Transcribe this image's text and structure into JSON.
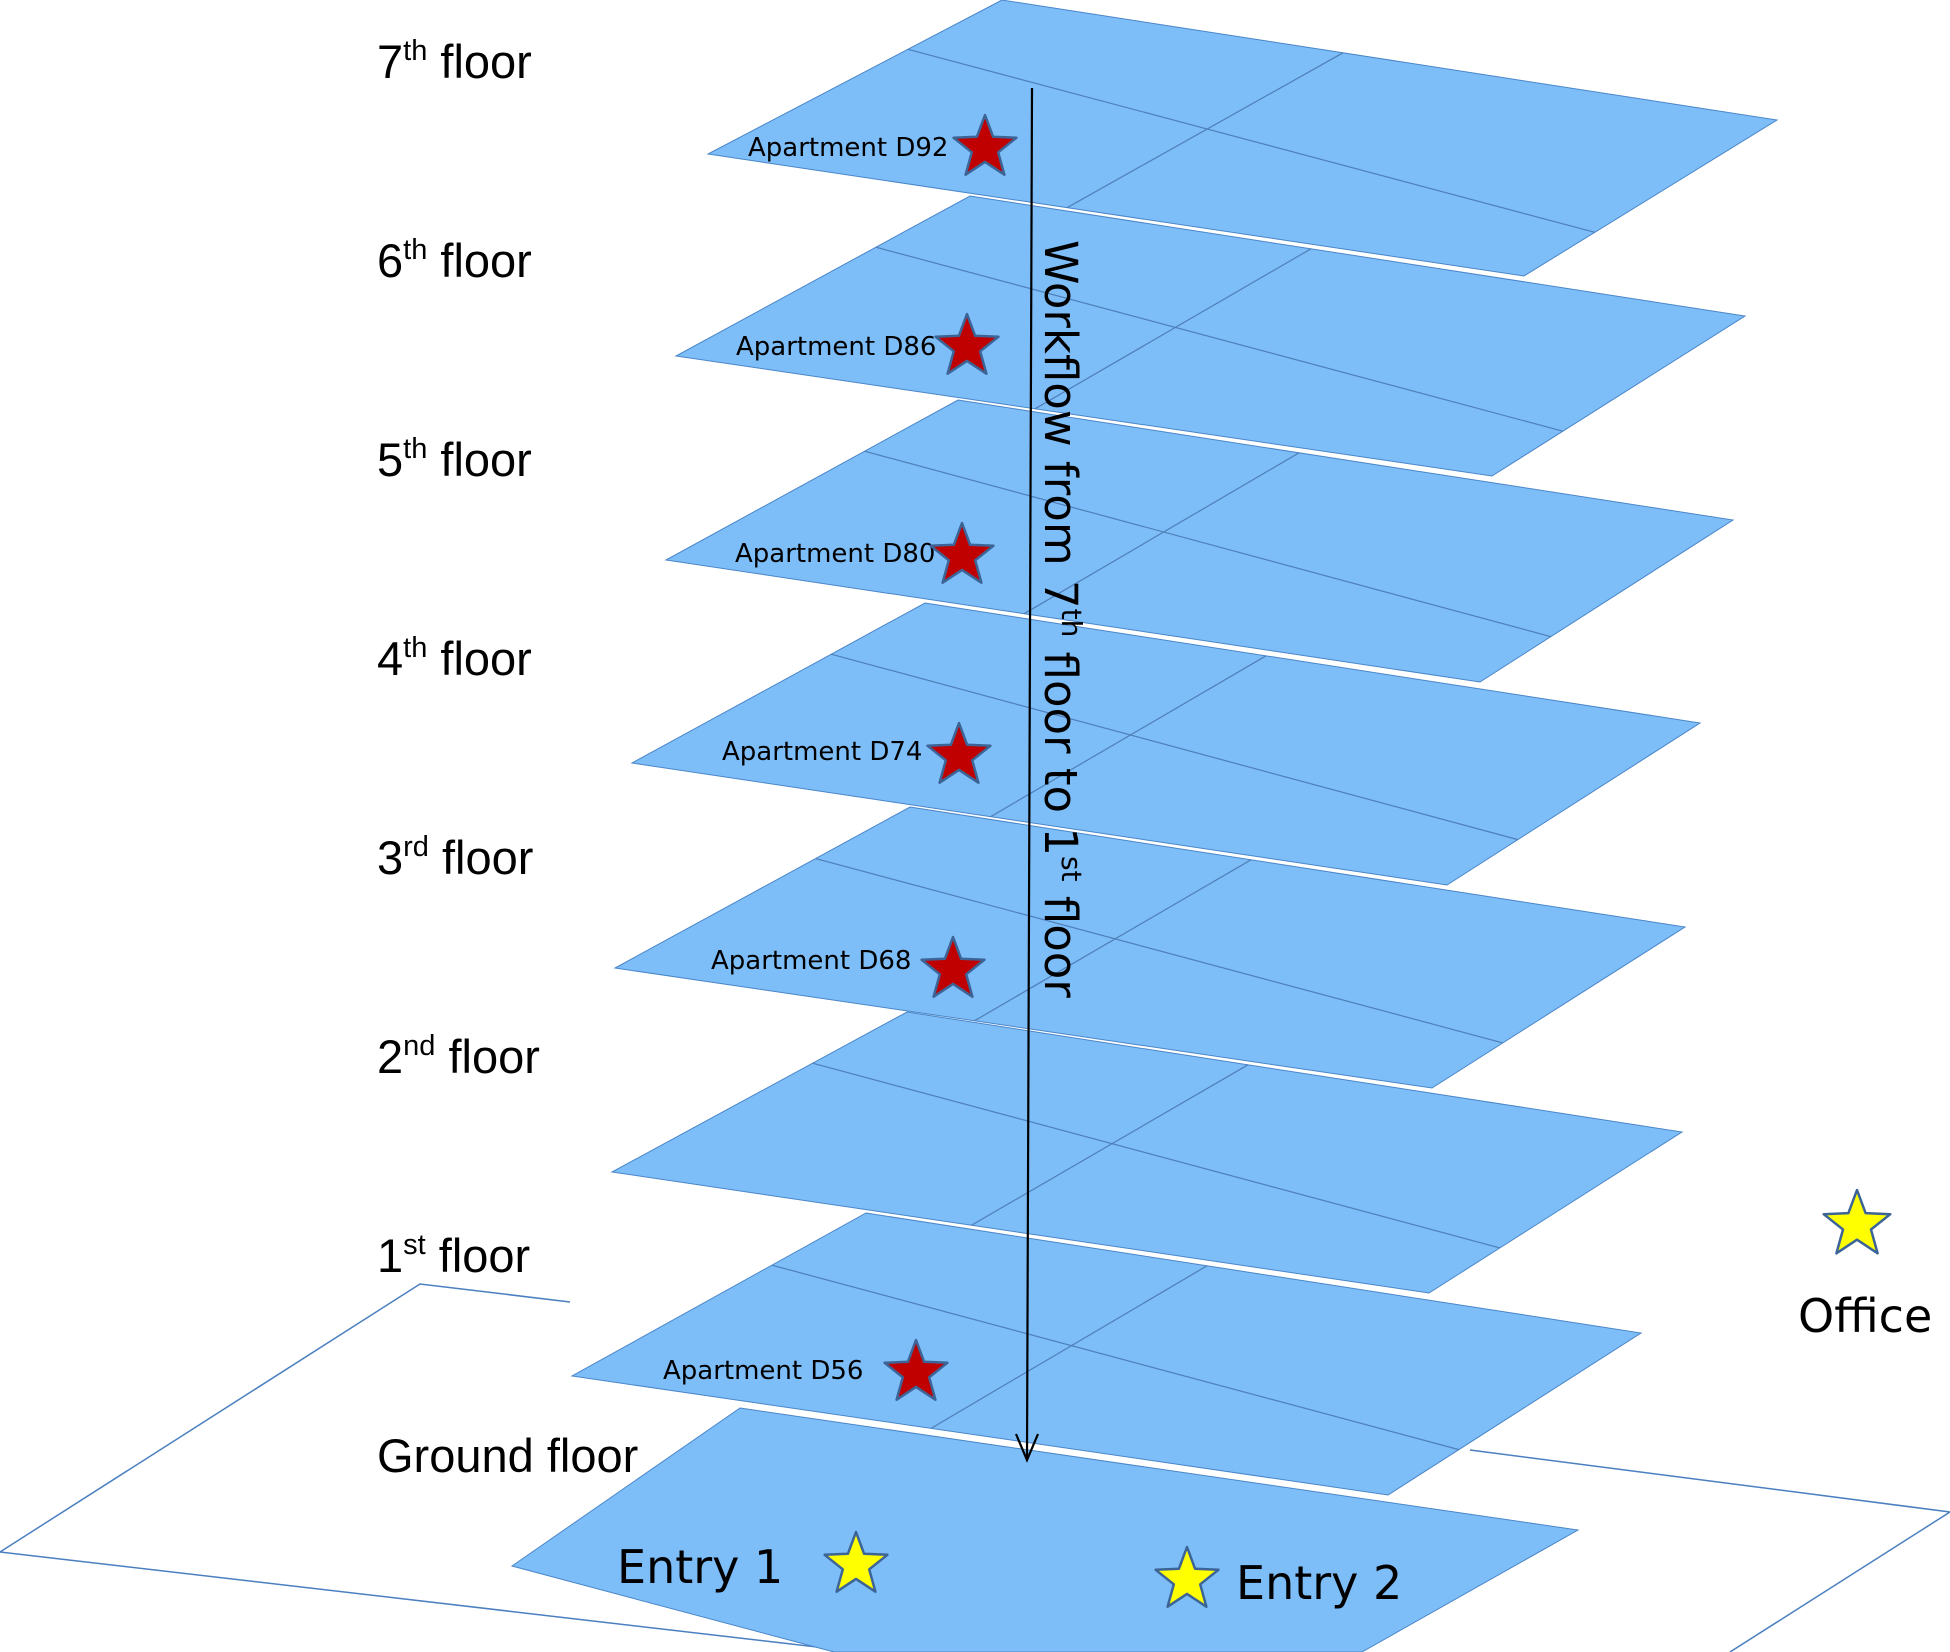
{
  "colors": {
    "floor_fill": "#7dbdf8",
    "floor_edge": "#4a86c8",
    "room_line": "#4f7fb8",
    "base_line": "#4a7fc0",
    "apartment_star": "#c00000",
    "entry_star": "#ffff00",
    "star_outline": "#3c6496",
    "arrow": "#000000"
  },
  "floors": [
    {
      "label_base": "7",
      "label_sup": "th",
      "label_rest": " floor",
      "apartment": "Apartment D92"
    },
    {
      "label_base": "6",
      "label_sup": "th",
      "label_rest": " floor",
      "apartment": "Apartment D86"
    },
    {
      "label_base": "5",
      "label_sup": "th",
      "label_rest": " floor",
      "apartment": "Apartment D80"
    },
    {
      "label_base": "4",
      "label_sup": "th",
      "label_rest": " floor",
      "apartment": "Apartment D74"
    },
    {
      "label_base": "3",
      "label_sup": "rd",
      "label_rest": " floor",
      "apartment": "Apartment D68"
    },
    {
      "label_base": "2",
      "label_sup": "nd",
      "label_rest": " floor",
      "apartment": ""
    },
    {
      "label_base": "1",
      "label_sup": "st",
      "label_rest": " floor",
      "apartment": "Apartment D56"
    }
  ],
  "ground": {
    "label": "Ground floor",
    "entry1": "Entry 1",
    "entry2": "Entry 2"
  },
  "office": {
    "label": "Office"
  },
  "workflow": {
    "part1": "Workflow from 7",
    "sup1": "th",
    "part2": " floor to 1",
    "sup2": "st",
    "part3": " floor"
  }
}
